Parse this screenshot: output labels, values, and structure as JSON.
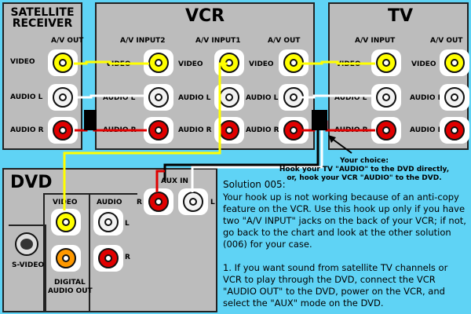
{
  "satellite": {
    "title_line1": "SATELLITE",
    "title_line2": "RECEIVER",
    "av_out": "A/V OUT",
    "video": "VIDEO",
    "audio_l": "AUDIO L",
    "audio_r": "AUDIO R"
  },
  "vcr": {
    "title": "VCR",
    "av_input2": "A/V INPUT2",
    "av_input1": "A/V INPUT1",
    "av_out": "A/V OUT",
    "video": "VIDEO",
    "audio_l": "AUDIO L",
    "audio_r": "AUDIO R"
  },
  "tv": {
    "title": "TV",
    "av_input": "A/V INPUT",
    "av_out": "A/V OUT",
    "video": "VIDEO",
    "audio_l": "AUDIO L",
    "audio_r": "AUDIO R"
  },
  "dvd": {
    "title": "DVD",
    "video": "VIDEO",
    "audio": "AUDIO",
    "l": "L",
    "r": "R",
    "svideo": "S-VIDEO",
    "digital_line1": "DIGITAL",
    "digital_line2": "AUDIO OUT",
    "aux_in": "AUX IN",
    "aux_r": "R",
    "aux_l": "L"
  },
  "choice": {
    "line1": "Your choice:",
    "line2": "Hook your TV \"AUDIO\" to the DVD directly,",
    "line3": "or, hook your VCR \"AUDIO\" to the DVD."
  },
  "solution": {
    "heading": "Solution 005:",
    "body": "Your hook up is not working because of an anti-copy feature on the VCR.  Use this hook up only if you have two \"A/V INPUT\" jacks on the back of your VCR; if not, go back to the chart and look at the other solution (006) for your case.",
    "step1": "1. If you want sound from satellite TV channels or VCR to play through the DVD, connect the VCR \"AUDIO OUT\" to the DVD, power on the VCR, and select the \"AUX\" mode on the DVD."
  },
  "colors": {
    "background": "#5fd3f5",
    "panel": "#bcbcbc",
    "video_wire": "#ffff00",
    "left_wire": "#ffffff",
    "right_wire": "#e00000",
    "connector": "#000000"
  }
}
